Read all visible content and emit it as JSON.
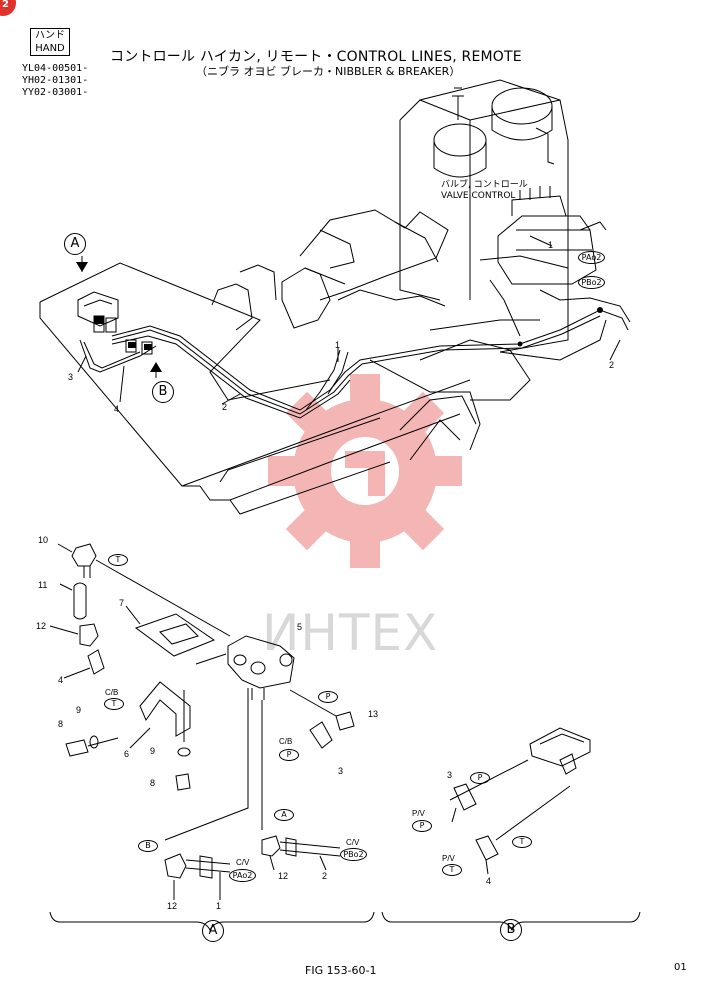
{
  "header": {
    "hand_line1": "ハンド",
    "hand_line2": "HAND",
    "title": "コントロール ハイカン, リモート・CONTROL LINES, REMOTE",
    "subtitle": "（ニブラ オヨビ ブレーカ・NIBBLER & BREAKER）",
    "models": [
      "YL04-00501-",
      "YH02-01301-",
      "YY02-03001-"
    ]
  },
  "corner_badge": "2",
  "callouts": {
    "valve_jp": "バルブ, コントロール",
    "valve_en": "VALVE,CONTROL",
    "view_a": "A",
    "view_b": "B",
    "pa02": "PAo2",
    "pb02": "PBo2",
    "t": "T",
    "p": "P",
    "a": "A",
    "b": "B",
    "cb": "C/B",
    "cv": "C/V",
    "pv": "P/V"
  },
  "part_numbers": {
    "n1": "1",
    "n2": "2",
    "n3": "3",
    "n4": "4",
    "n5": "5",
    "n6": "6",
    "n7": "7",
    "n8": "8",
    "n9": "9",
    "n10": "10",
    "n11": "11",
    "n12": "12",
    "n13": "13"
  },
  "watermark": {
    "text": "ИНТЕХ",
    "gear_color": "#f2a3a3"
  },
  "footer": {
    "fig": "FIG 153-60-1",
    "page": "01"
  },
  "colors": {
    "ink": "#000000",
    "badge": "#e0312b"
  }
}
